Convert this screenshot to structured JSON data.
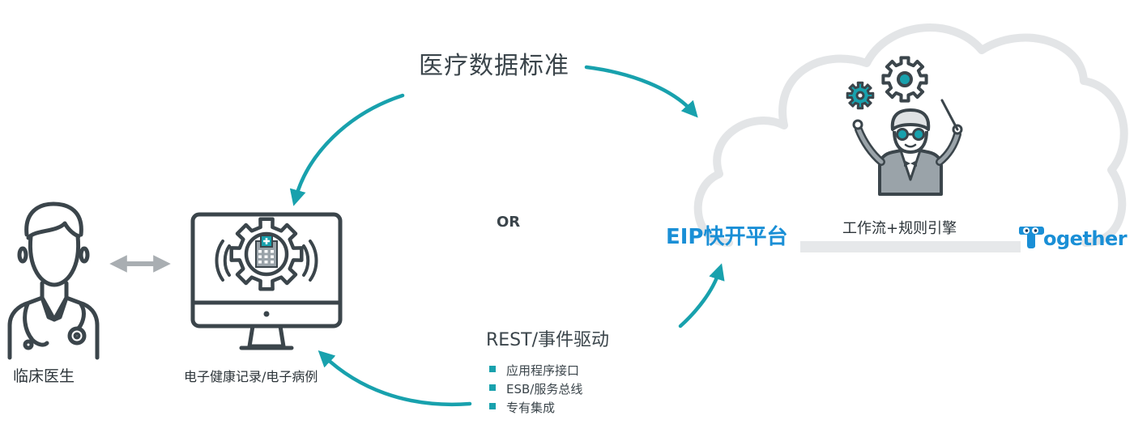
{
  "labels": {
    "medical_data_standard": "医疗数据标准",
    "or": "OR",
    "rest_event_driven": "REST/事件驱动",
    "clinician": "临床医生",
    "ehr_emr": "电子健康记录/电子病例",
    "eip_platform": "EIP快开平台",
    "workflow_rules_engine": "工作流+规则引擎",
    "brand_name": "ogether"
  },
  "integration_methods": [
    "应用程序接口",
    "ESB/服务总线",
    "专有集成"
  ],
  "colors": {
    "teal_accent": "#18a1ad",
    "brand_blue": "#1a8fd6",
    "dark_slate": "#3b454b",
    "cloud_gray": "#e3e5e7",
    "arrow_gray": "#a9aeb2"
  },
  "icons": {
    "clinician": "doctor-icon",
    "ehr": "computer-monitor-icon",
    "engine": "conductor-icon",
    "brand": "together-logo-icon"
  }
}
